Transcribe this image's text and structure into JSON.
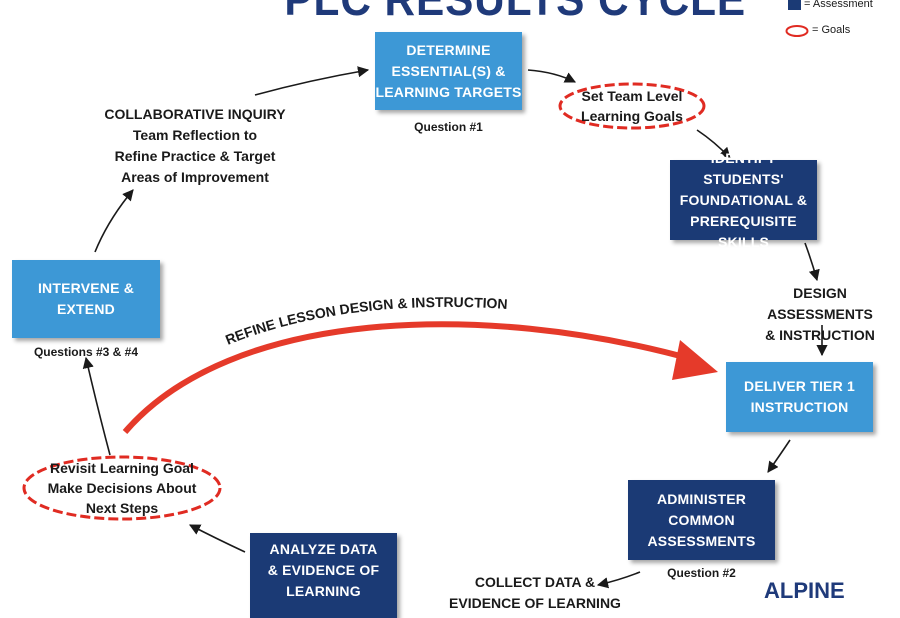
{
  "title": "PLC RESULTS CYCLE",
  "legend": {
    "assessment": "= Assessment",
    "goals": "= Goals"
  },
  "colors": {
    "light_box": "#3d98d6",
    "dark_box": "#1b3a75",
    "goal_oval": "#e02b22",
    "refine_arrow": "#e53a2a",
    "title": "#1f3a7a"
  },
  "nodes": {
    "determine": {
      "text": "DETERMINE\nESSENTIAL(S) &\nLEARNING TARGETS",
      "caption": "Question #1"
    },
    "set_goals": {
      "text": "Set Team Level\nLearning Goals"
    },
    "identify": {
      "text": "IDENTIFY STUDENTS'\nFOUNDATIONAL &\nPREREQUISITE SKILLS"
    },
    "design": {
      "text": "DESIGN ASSESSMENTS\n& INSTRUCTION"
    },
    "deliver": {
      "text": "DELIVER TIER 1\nINSTRUCTION"
    },
    "administer": {
      "text": "ADMINISTER\nCOMMON\nASSESSMENTS",
      "caption": "Question #2"
    },
    "collect": {
      "text": "COLLECT DATA &\nEVIDENCE OF LEARNING"
    },
    "analyze": {
      "text": "ANALYZE DATA\n& EVIDENCE OF\nLEARNING"
    },
    "revisit": {
      "text": "Revisit Learning Goal\nMake Decisions About\nNext Steps"
    },
    "intervene": {
      "text": "INTERVENE &\nEXTEND",
      "caption": "Questions #3 & #4"
    },
    "collab": {
      "text": "COLLABORATIVE INQUIRY\nTeam Reflection to\nRefine Practice & Target\nAreas of Improvement"
    }
  },
  "refine_arrow_label": "REFINE LESSON DESIGN & INSTRUCTION",
  "logo_text": "ALPINE",
  "icons": [
    "arrow-icon",
    "assessment-square-icon",
    "goal-oval-icon"
  ]
}
